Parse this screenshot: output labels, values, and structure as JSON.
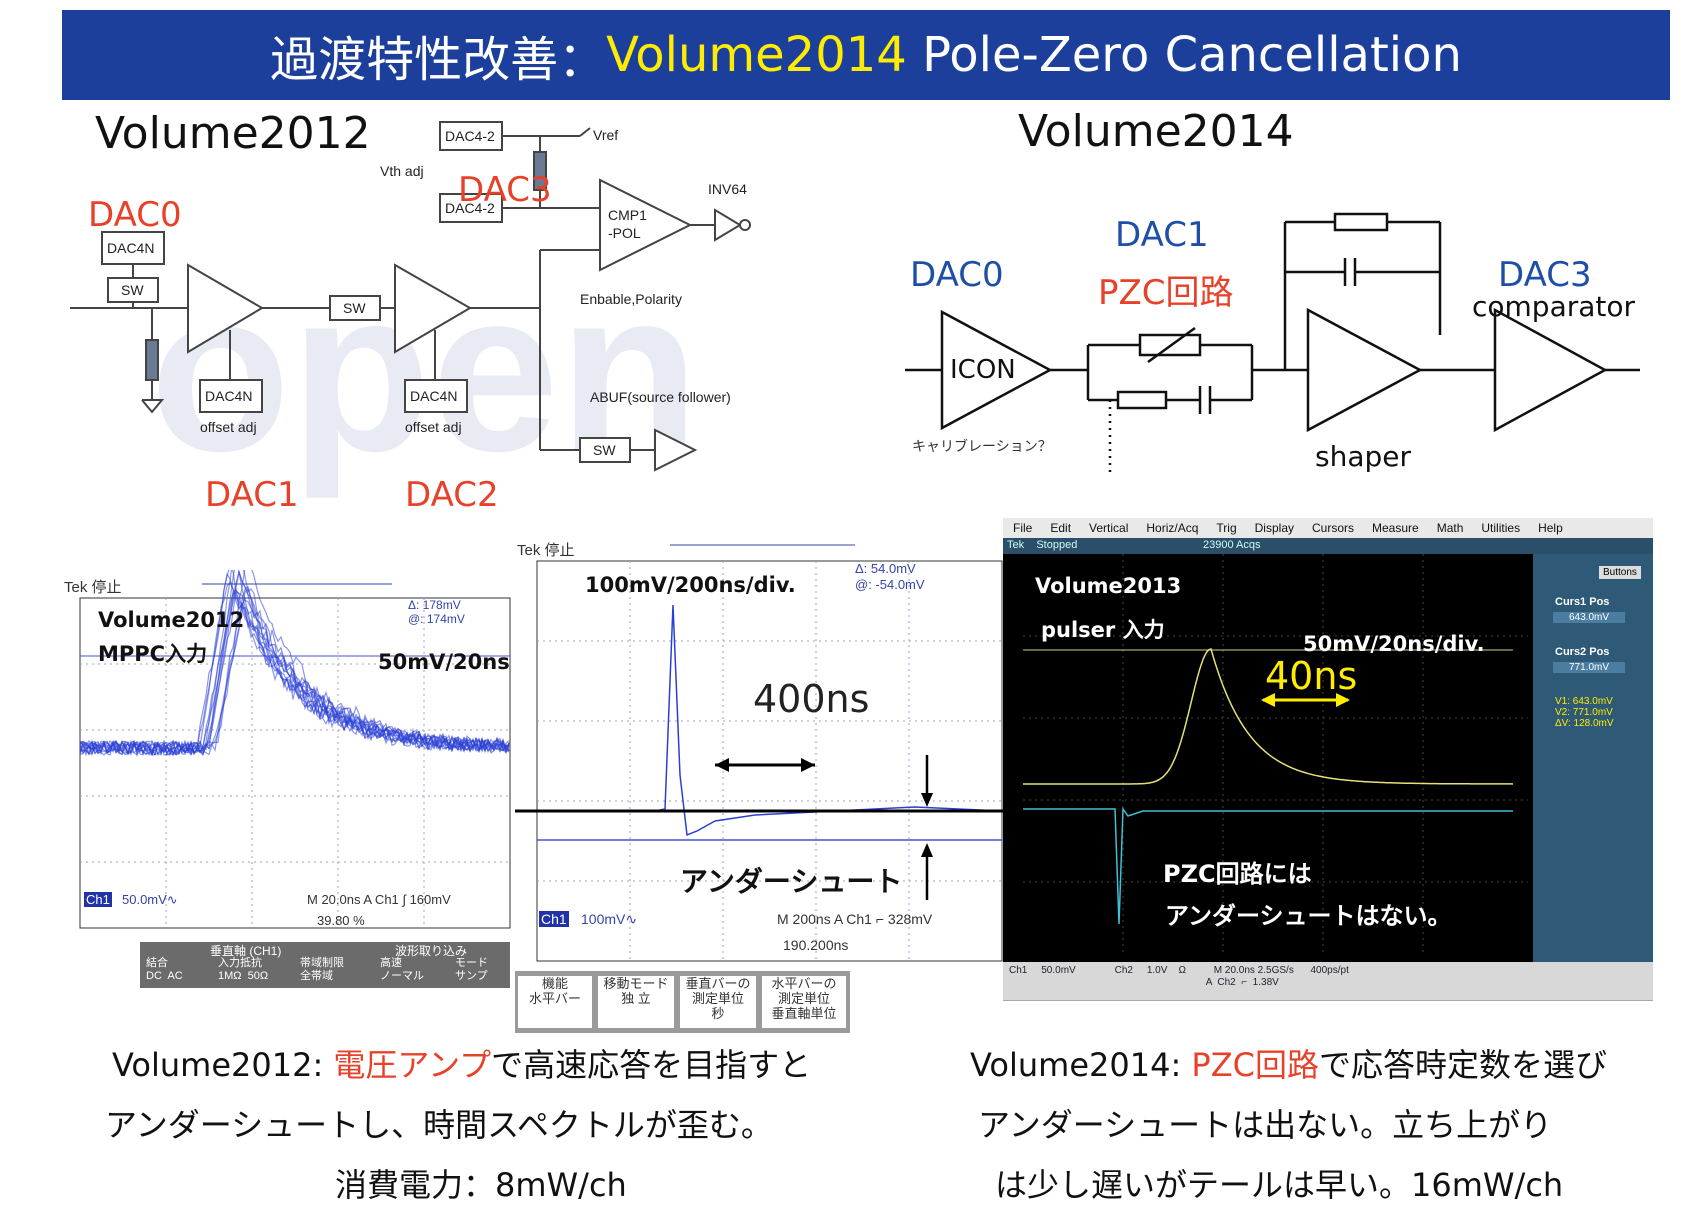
{
  "title": {
    "prefix": "過渡特性改善：",
    "highlight": "Volume2014",
    "suffix": " Pole-Zero Cancellation"
  },
  "left_circuit": {
    "heading": "Volume2012",
    "dac0": "DAC0",
    "dac1": "DAC1",
    "dac2": "DAC2",
    "dac3": "DAC3",
    "dac4_2_top": "DAC4-2",
    "dac4_2_bottom": "DAC4-2",
    "dac4n_top": "DAC4N",
    "dac4n_1": "DAC4N",
    "dac4n_2": "DAC4N",
    "sw_1": "SW",
    "sw_2": "SW",
    "sw_3": "SW",
    "vref": "Vref",
    "vth_adj": "Vth adj",
    "cmp": "CMP1\n-POL",
    "inv": "INV64",
    "enable_polarity": "Enbable,Polarity",
    "offset_adj_1": "offset adj",
    "offset_adj_2": "offset adj",
    "abuf": "ABUF(source follower)"
  },
  "right_circuit": {
    "heading": "Volume2014",
    "dac0": "DAC0",
    "dac1": "DAC1",
    "pzc": "PZC回路",
    "dac3": "DAC3",
    "comparator": "comparator",
    "icon": "ICON",
    "shaper": "shaper",
    "calibration": "キャリブレーション？"
  },
  "scope_left": {
    "brand": "Tek 停止",
    "label1": "Volume2012",
    "label2": "MPPC入力",
    "scale": "50mV/20ns",
    "delta": "Δ:   178mV",
    "at": "@:   174mV",
    "ch": "Ch1",
    "ch_scale": "50.0mV∿",
    "timebase": "M 20.0ns  A  Ch1  ∫   160mV",
    "trig_pct": "39.80 %",
    "menu_top": [
      "垂直軸 (CH1)",
      "波形取り込み"
    ],
    "menu": [
      "結合\nDC  AC",
      "入力抵抗\n1MΩ  50Ω",
      "帯域制限\n全帯域",
      "高速\nノーマル",
      "モード\nサンプ"
    ]
  },
  "scope_mid": {
    "brand": "Tek 停止",
    "scale": "100mV/200ns/div.",
    "delta": "Δ:   54.0mV",
    "at": "@:  -54.0mV",
    "width_label": "400ns",
    "undershoot": "アンダーシュート",
    "ch": "Ch1",
    "ch_scale": "100mV∿",
    "timebase": "M 200ns  A  Ch1  ⌐   328mV",
    "trig": "190.200ns",
    "buttons": [
      "機能\n水平バー",
      "移動モード\n独 立",
      "垂直バーの\n測定単位\n秒",
      "水平バーの\n測定単位\n垂直軸単位"
    ]
  },
  "scope_right": {
    "menu": [
      "File",
      "Edit",
      "Vertical",
      "Horiz/Acq",
      "Trig",
      "Display",
      "Cursors",
      "Measure",
      "Math",
      "Utilities",
      "Help"
    ],
    "status_left": "Tek    Stopped",
    "status_mid": "23900 Acqs",
    "buttons_btn": "Buttons",
    "label1": "Volume2013",
    "label2": "pulser 入力",
    "scale": "50mV/20ns/div.",
    "width_label": "40ns",
    "note1": "PZC回路には",
    "note2": "アンダーシュートはない。",
    "curs1_title": "Curs1 Pos",
    "curs1_val": "643.0mV",
    "curs2_title": "Curs2 Pos",
    "curs2_val": "771.0mV",
    "v1": "V1:   643.0mV",
    "v2": "V2:   771.0mV",
    "dv": "ΔV:   128.0mV",
    "bottom": "Ch1     50.0mV              Ch2     1.0V    Ω          M 20.0ns 2.5GS/s      400ps/pt\n                                                                       A  Ch2  ⌐  1.38V"
  },
  "captions": {
    "left_line1_a": "Volume2012: ",
    "left_line1_b": "電圧アンプ",
    "left_line1_c": "で高速応答を目指すと",
    "left_line2": "アンダーシュートし、時間スペクトルが歪む。",
    "left_line3": "消費電力：8mW/ch",
    "right_line1_a": "Volume2014: ",
    "right_line1_b": "PZC回路",
    "right_line1_c": "で応答時定数を選び",
    "right_line2": "アンダーシュートは出ない。立ち上がり",
    "right_line3": "は少し遅いがテールは早い。16mW/ch"
  },
  "colors": {
    "title_bg": "#1c3f9c",
    "highlight": "#ffec00",
    "red": "#e8412a",
    "blue": "#1f4ea6",
    "trace_blue": "#2b3fd6",
    "trace_yellow": "#e6e07a",
    "trace_cyan": "#3fc1d6"
  }
}
